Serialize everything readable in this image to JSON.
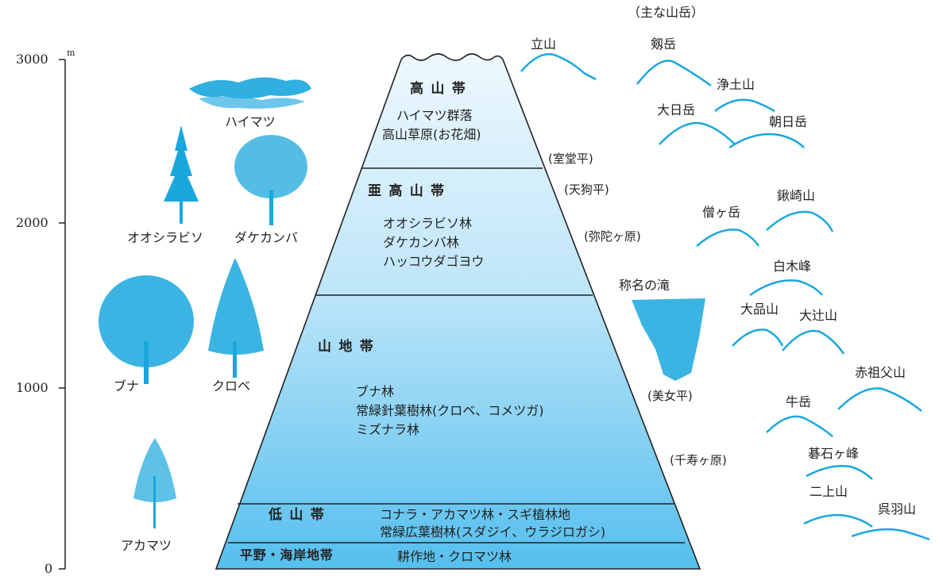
{
  "axis": {
    "unit": "m",
    "ticks": [
      "3000",
      "2000",
      "1000",
      "0"
    ]
  },
  "header_note": "（主な山岳）",
  "zones": {
    "alpine": {
      "title": "高山帯",
      "lines": [
        "ハイマツ群落",
        "高山草原(お花畑)"
      ]
    },
    "subalpine": {
      "title": "亜高山帯",
      "lines": [
        "オオシラビソ林",
        "ダケカンバ林",
        "ハッコウダゴヨウ"
      ]
    },
    "montane": {
      "title": "山地帯",
      "lines": [
        "ブナ林",
        "常緑針葉樹林(クロベ、コメツガ)",
        "ミズナラ林"
      ]
    },
    "lowland": {
      "title": "低山帯",
      "lines": [
        "コナラ・アカマツ林・スギ植林地",
        "常緑広葉樹林(スダジイ、ウラジロガシ)"
      ]
    },
    "plain": {
      "title": "平野・海岸地帯",
      "lines": [
        "耕作地・クロマツ林"
      ]
    }
  },
  "trees": {
    "haimatsu": "ハイマツ",
    "ooshirabiso": "オオシラビソ",
    "dakekanba": "ダケカンバ",
    "buna": "ブナ",
    "kurobe": "クロベ",
    "akamatsu": "アカマツ"
  },
  "places": {
    "murodo": "(室堂平)",
    "tengu": "(天狗平)",
    "midagahara": "(弥陀ヶ原)",
    "bijodaira": "(美女平)",
    "senjugahara": "(千寿ヶ原)"
  },
  "peaks": {
    "tateyama": "立山",
    "tsurugi": "剱岳",
    "jodo": "浄土山",
    "dainichi": "大日岳",
    "asahi": "朝日岳",
    "sogatake": "僧ヶ岳",
    "kenzaki": "鍬崎山",
    "hakuboku": "白木峰",
    "shomyo": "称名の滝",
    "ooshina": "大品山",
    "ootsuji": "大辻山",
    "akaso": "赤祖父山",
    "ushidake": "牛岳",
    "goishi": "碁石ヶ峰",
    "futagami": "二上山",
    "kureha": "呉羽山"
  },
  "colors": {
    "accent": "#1aa7de",
    "zone_top": "#e8f5fd",
    "zone_bottom": "#5fc3ee"
  }
}
